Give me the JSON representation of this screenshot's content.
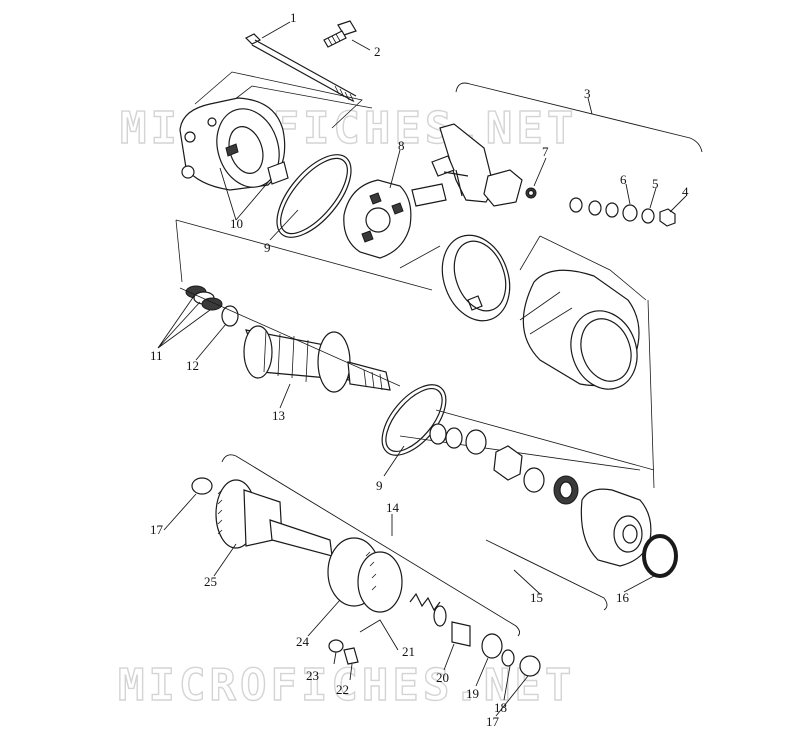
{
  "diagram": {
    "watermark_top": "MICROFICHES.NET",
    "watermark_bottom": "MICROFICHES.NET",
    "callouts": {
      "c1": "1",
      "c2": "2",
      "c3": "3",
      "c4": "4",
      "c5": "5",
      "c6": "6",
      "c7": "7",
      "c8": "8",
      "c9a": "9",
      "c9b": "9",
      "c10": "10",
      "c11": "11",
      "c12": "12",
      "c13": "13",
      "c14": "14",
      "c15": "15",
      "c16": "16",
      "c17a": "17",
      "c17b": "17",
      "c18": "18",
      "c19": "19",
      "c20": "20",
      "c21": "21",
      "c22": "22",
      "c23": "23",
      "c24": "24",
      "c25": "25"
    }
  }
}
